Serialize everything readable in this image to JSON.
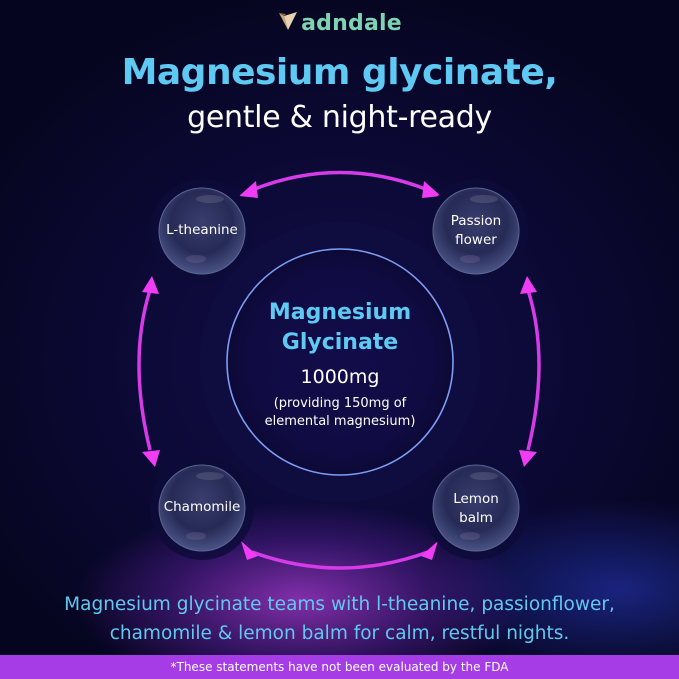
{
  "brand": {
    "name": "adndale",
    "logo_icon": "origami-bird-icon",
    "text_color": "#7ed3b2"
  },
  "headline": {
    "line1": "Magnesium glycinate,",
    "line2": "gentle & night-ready",
    "line1_color": "#5ec9f2",
    "line2_color": "#ffffff"
  },
  "center": {
    "title_line1": "Magnesium",
    "title_line2": "Glycinate",
    "dose": "1000mg",
    "note_line1": "(providing 150mg of",
    "note_line2": "elemental magnesium)"
  },
  "ingredients": [
    {
      "line1": "L-theanine",
      "line2": ""
    },
    {
      "line1": "Passion",
      "line2": "flower"
    },
    {
      "line1": "Chamomile",
      "line2": ""
    },
    {
      "line1": "Lemon",
      "line2": "balm"
    }
  ],
  "arrows": {
    "color": "#d63be8",
    "icon": "double-headed-arrow-icon"
  },
  "body": {
    "line1": "Magnesium glycinate teams with l-theanine, passionflower,",
    "line2": "chamomile & lemon balm for calm, restful nights."
  },
  "disclaimer": {
    "text": "*These statements have not been evaluated by the FDA",
    "bar_color": "#a53ce6"
  }
}
